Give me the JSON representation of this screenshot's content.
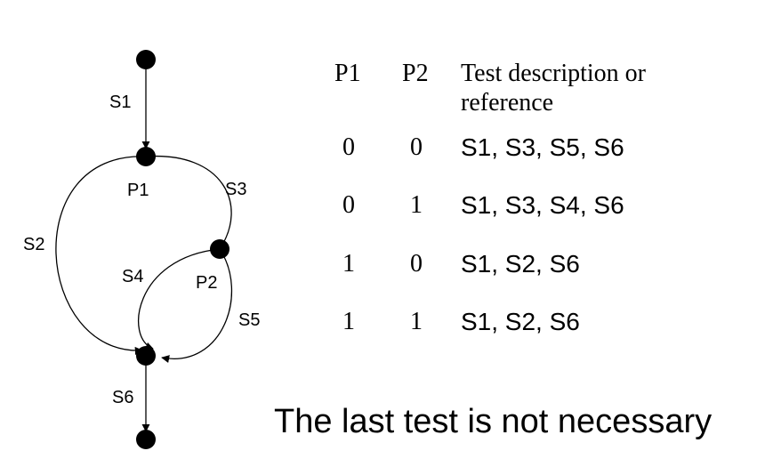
{
  "graph": {
    "nodes": [
      "start",
      "P1",
      "P2",
      "join",
      "end"
    ],
    "edge_labels": {
      "s1": "S1",
      "s2": "S2",
      "s3": "S3",
      "s4": "S4",
      "s5": "S5",
      "s6": "S6"
    },
    "node_labels": {
      "p1": "P1",
      "p2": "P2"
    }
  },
  "table": {
    "headers": [
      "P1",
      "P2",
      "Test description or reference"
    ],
    "header_desc_lines": [
      "Test description or",
      "reference"
    ],
    "rows": [
      {
        "p1": "0",
        "p2": "0",
        "desc": "S1, S3, S5, S6"
      },
      {
        "p1": "0",
        "p2": "1",
        "desc": "S1, S3, S4, S6"
      },
      {
        "p1": "1",
        "p2": "0",
        "desc": "S1, S2, S6"
      },
      {
        "p1": "1",
        "p2": "1",
        "desc": "S1, S2, S6"
      }
    ]
  },
  "conclusion": "The last test is not necessary",
  "colors": {
    "ink": "#000000",
    "background": "#ffffff"
  }
}
